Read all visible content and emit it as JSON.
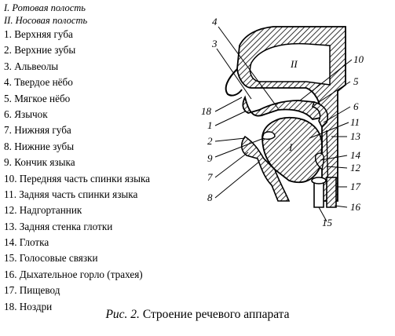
{
  "cavities": [
    "I. Ротовая полость",
    "II. Носовая полость"
  ],
  "legend_items": [
    "1. Верхняя губа",
    "2. Верхние зубы",
    "3. Альвеолы",
    "4. Твердое нёбо",
    "5. Мягкое нёбо",
    "6. Язычок",
    "7. Нижняя губа",
    "8. Нижние зубы",
    "9. Кончик языка",
    "10. Передняя часть спинки языка",
    "11. Задняя часть спинки языка",
    "12. Надгортанник",
    "13. Задняя стенка глотки",
    "14. Глотка",
    "15. Голосовые связки",
    "16. Дыхательное горло (трахея)",
    "17. Пищевод",
    "18. Ноздри"
  ],
  "figure": {
    "cavity_label_ii": "II",
    "cavity_label_i": "I",
    "callouts": [
      "1",
      "2",
      "3",
      "4",
      "5",
      "6",
      "7",
      "8",
      "9",
      "10",
      "11",
      "12",
      "13",
      "14",
      "15",
      "16",
      "17",
      "18"
    ]
  },
  "caption": {
    "label": "Рис. 2.",
    "title": "Строение речевого аппарата"
  }
}
